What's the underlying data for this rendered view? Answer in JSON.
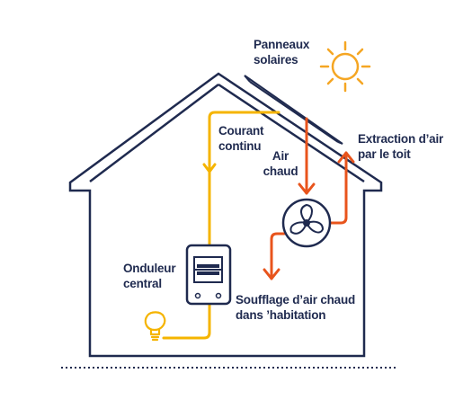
{
  "labels": {
    "panels": [
      "Panneaux",
      "solaires"
    ],
    "dc": [
      "Courant",
      "continu"
    ],
    "hot_air": [
      "Air",
      "chaud"
    ],
    "extraction": [
      "Extraction d’air",
      "par le toit"
    ],
    "inverter": [
      "Onduleur",
      "central"
    ],
    "blowing": [
      "Soufflage d’air chaud",
      "dans ’habitation"
    ]
  },
  "colors": {
    "outline": "#1f2a4f",
    "electric": "#f5b400",
    "air": "#e8541c",
    "sun": "#f5a623"
  },
  "icons": [
    "sun-icon",
    "fan-icon",
    "lightbulb-icon",
    "inverter-icon",
    "solar-panel-icon"
  ]
}
